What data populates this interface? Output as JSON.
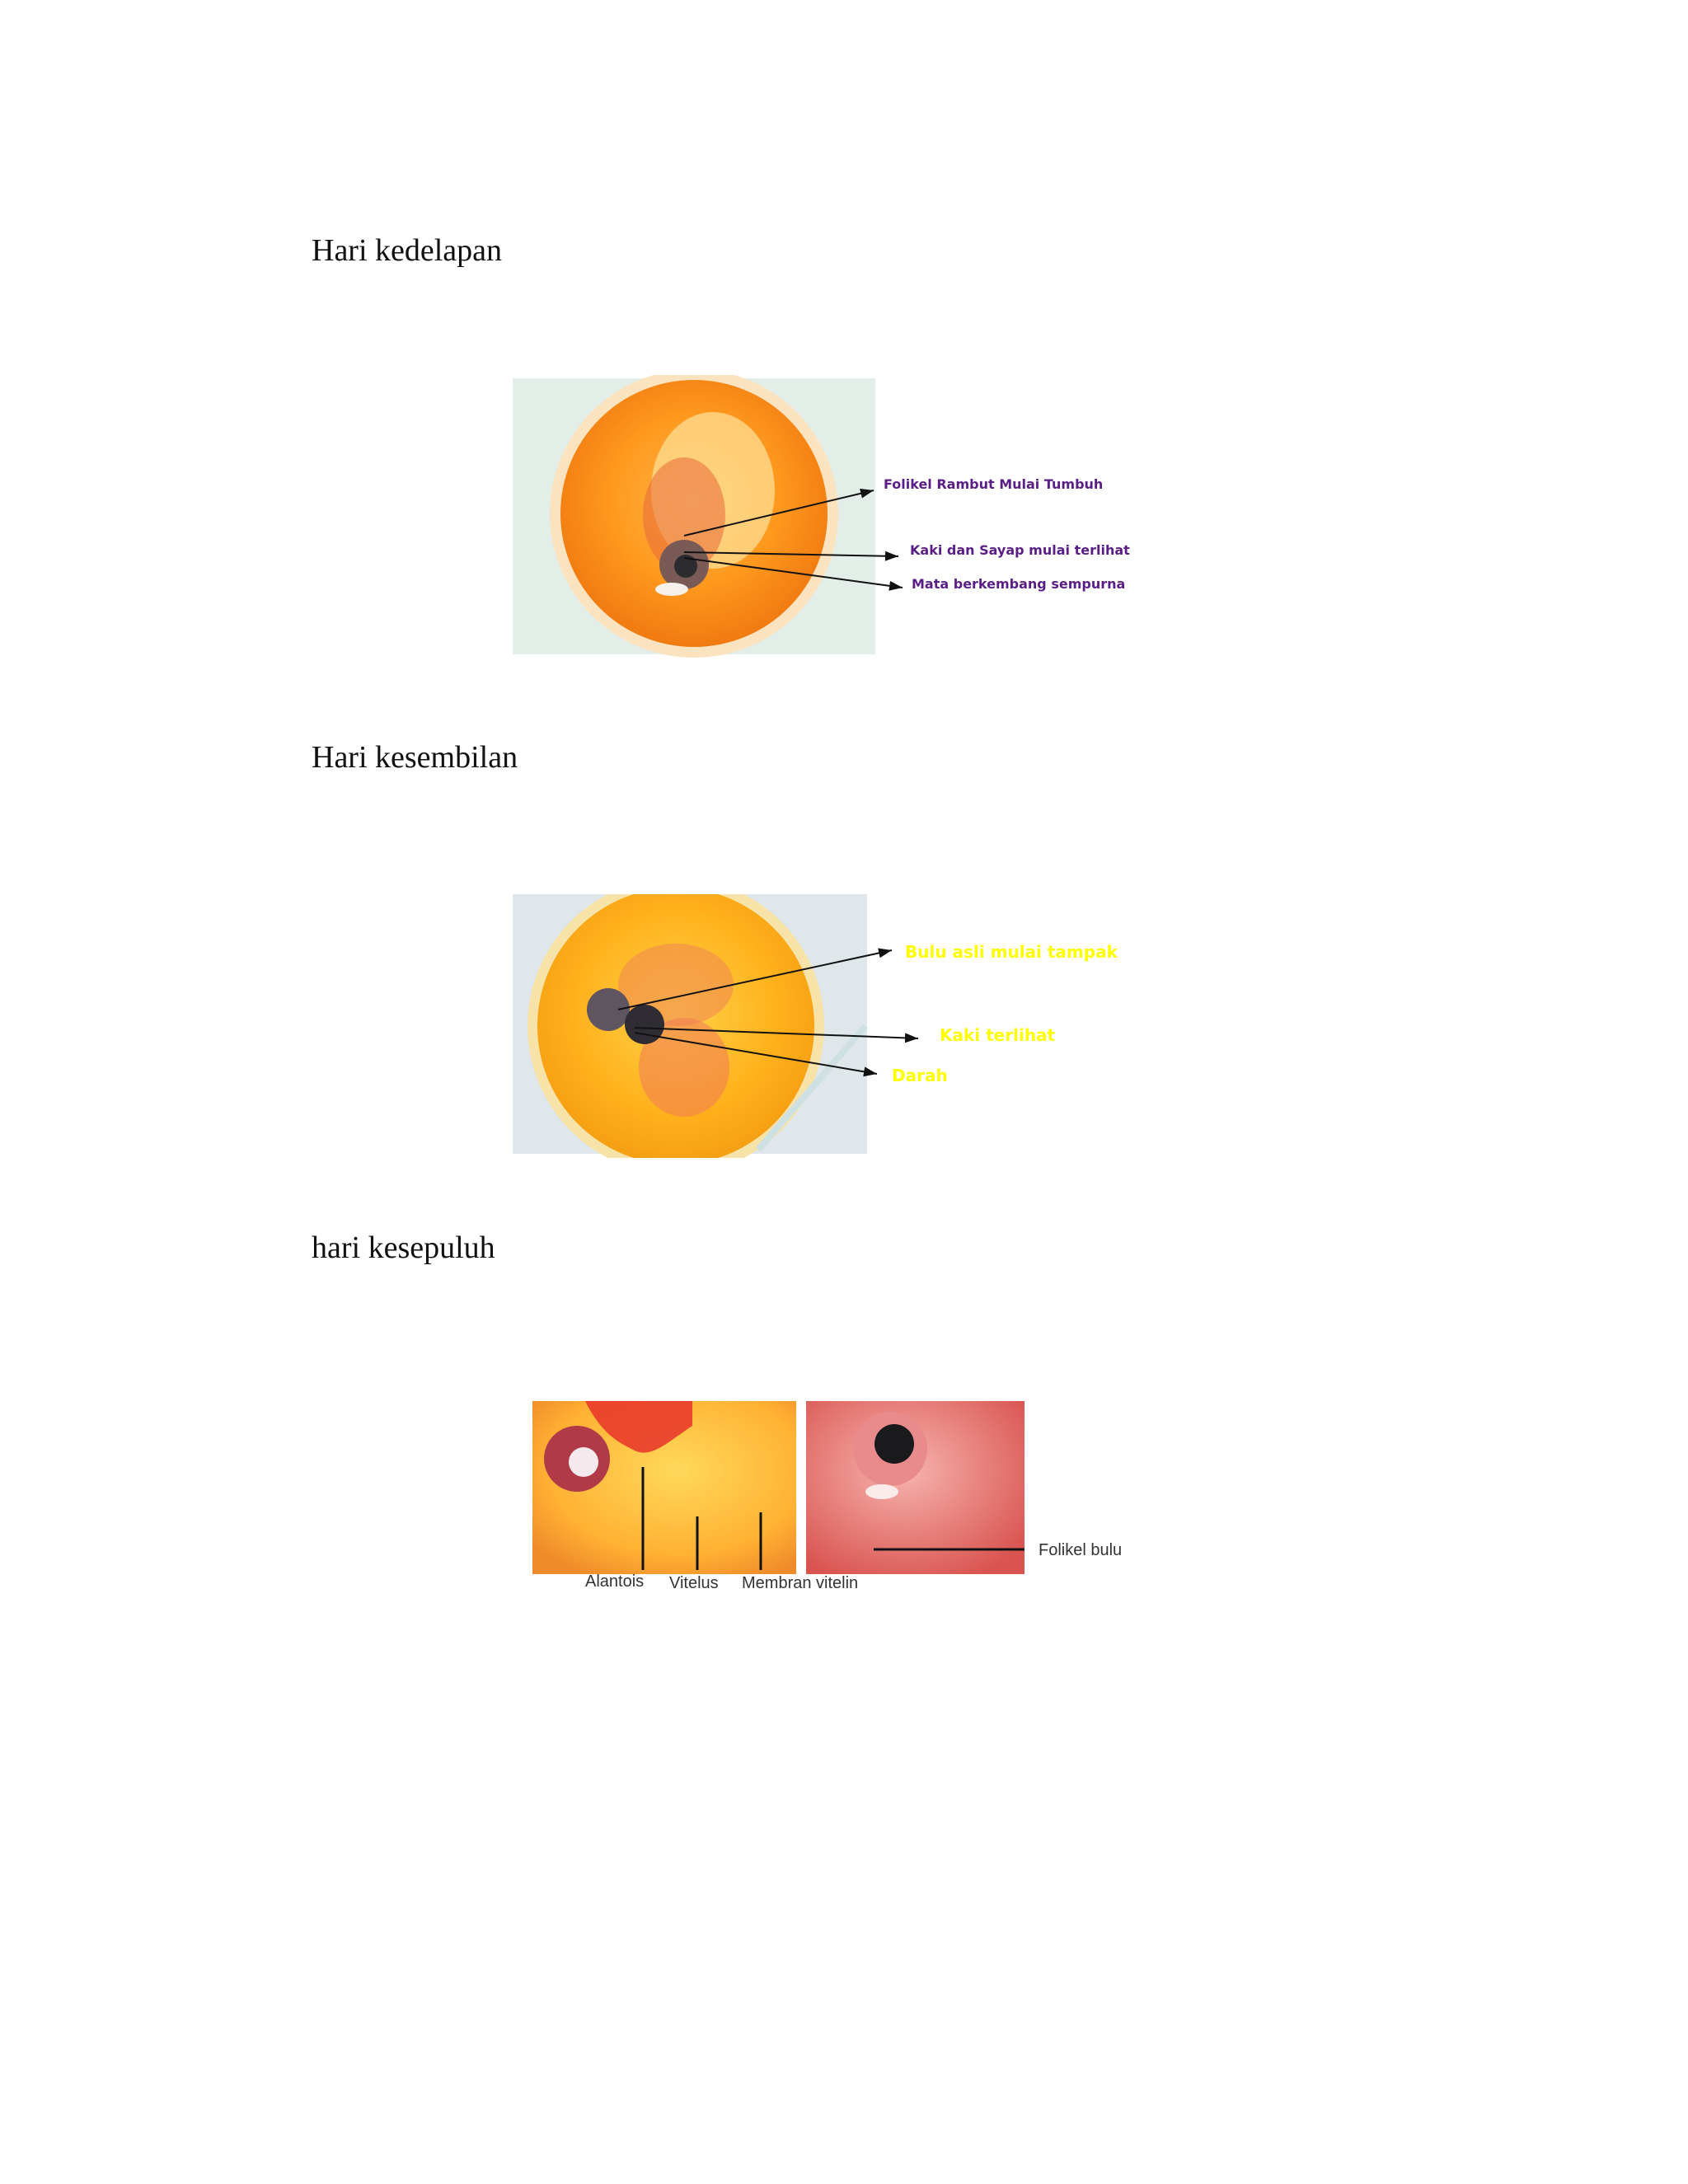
{
  "sections": [
    {
      "heading": "Hari kedelapan",
      "labels": [
        "Folikel Rambut Mulai Tumbuh",
        "Kaki dan Sayap mulai terlihat",
        "Mata berkembang sempurna"
      ]
    },
    {
      "heading": "Hari kesembilan",
      "labels": [
        "Bulu asli mulai tampak",
        "Kaki terlihat",
        "Darah"
      ]
    },
    {
      "heading": "hari kesepuluh",
      "labels": [
        "Alantois",
        "Vitelus",
        "Membran vitelin",
        "Folikel bulu"
      ]
    }
  ]
}
